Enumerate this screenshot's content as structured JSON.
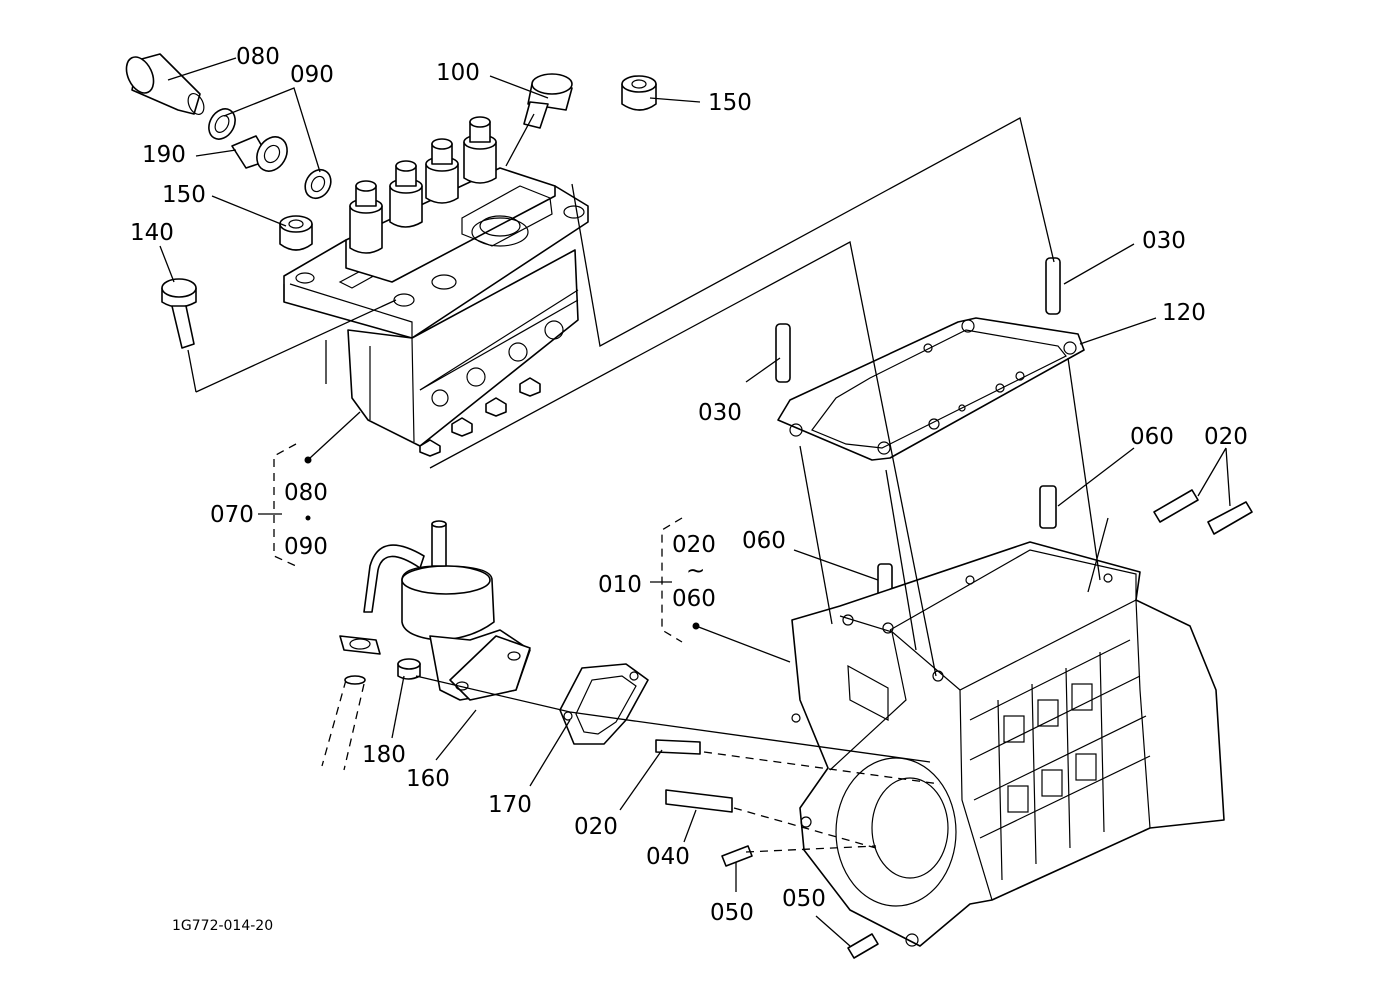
{
  "diagram": {
    "drawing_code": "1G772-014-20",
    "callouts": {
      "c080_top": "080",
      "c090_top": "090",
      "c100": "100",
      "c150_top": "150",
      "c190": "190",
      "c150_left": "150",
      "c140": "140",
      "c030_right": "030",
      "c120": "120",
      "c030_left": "030",
      "c060_right": "060",
      "c020_right": "020",
      "c060_mid": "060",
      "c070": "070",
      "c070_sub_a": "080",
      "c070_sub_b": "090",
      "c010": "010",
      "c010_sub_a": "020",
      "c010_sub_tilde": "~",
      "c010_sub_b": "060",
      "c180": "180",
      "c160": "160",
      "c170": "170",
      "c020_low": "020",
      "c040": "040",
      "c050_a": "050",
      "c050_b": "050"
    }
  }
}
